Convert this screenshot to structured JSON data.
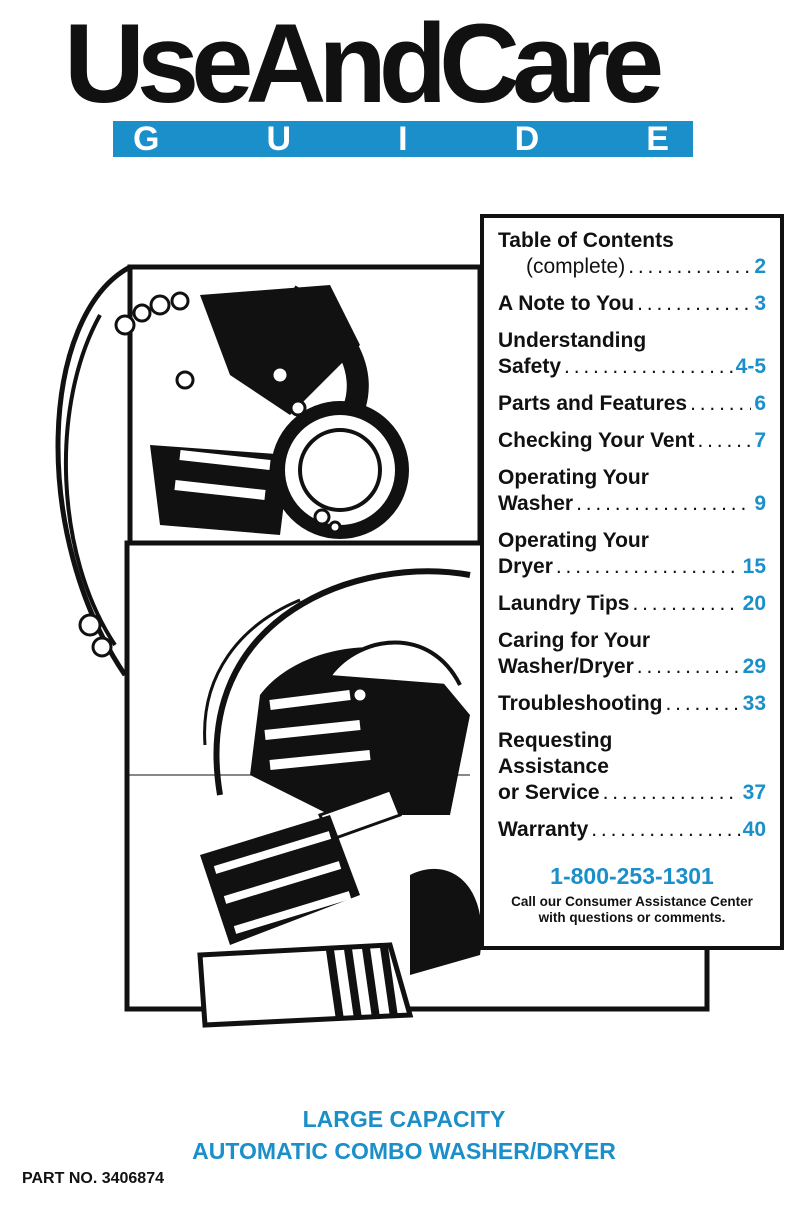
{
  "header": {
    "title": "UseAndCare",
    "guide_letters": [
      "G",
      "U",
      "I",
      "D",
      "E"
    ]
  },
  "toc": {
    "entries": [
      {
        "lines": [
          "Table of Contents"
        ],
        "last": "(complete)",
        "page": "2",
        "sub": true
      },
      {
        "lines": [],
        "last": "A Note to You",
        "page": "3"
      },
      {
        "lines": [
          "Understanding"
        ],
        "last": "Safety",
        "page": "4-5"
      },
      {
        "lines": [],
        "last": "Parts and Features",
        "page": "6"
      },
      {
        "lines": [],
        "last": "Checking Your Vent",
        "page": "7"
      },
      {
        "lines": [
          "Operating Your"
        ],
        "last": "Washer",
        "page": "9"
      },
      {
        "lines": [
          "Operating Your"
        ],
        "last": "Dryer",
        "page": "15"
      },
      {
        "lines": [],
        "last": "Laundry Tips",
        "page": "20"
      },
      {
        "lines": [
          "Caring for Your"
        ],
        "last": "Washer/Dryer",
        "page": "29"
      },
      {
        "lines": [],
        "last": "Troubleshooting",
        "page": "33"
      },
      {
        "lines": [
          "Requesting",
          "Assistance"
        ],
        "last": "or Service",
        "page": "37"
      },
      {
        "lines": [],
        "last": "Warranty",
        "page": "40"
      }
    ],
    "phone": "1-800-253-1301",
    "call_line1": "Call our Consumer Assistance Center",
    "call_line2": "with questions or comments."
  },
  "footer": {
    "product_line1": "LARGE CAPACITY",
    "product_line2": "AUTOMATIC COMBO WASHER/DRYER",
    "part_number": "PART NO. 3406874"
  },
  "colors": {
    "accent": "#1a8fc9",
    "ink": "#111111"
  }
}
